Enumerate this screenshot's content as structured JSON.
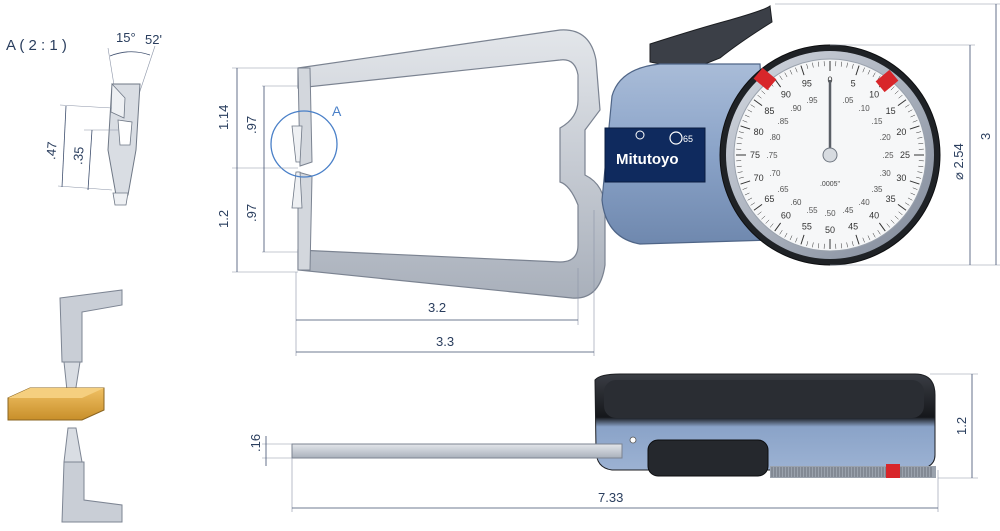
{
  "detail": {
    "label": "A ( 2 : 1 )",
    "angle_1": "15°",
    "angle_2": "52'",
    "dim_outer": ".47",
    "dim_inner": ".35"
  },
  "front_view": {
    "circle_label": "A",
    "dim_upper_outer": "1.14",
    "dim_upper_inner": ".97",
    "dim_lower_outer": "1.2",
    "dim_lower_inner": ".97",
    "dim_reach_inner": "3.2",
    "dim_reach_outer": "3.3",
    "dim_dial_dia": "⌀ 2.54",
    "dim_total_height": "3"
  },
  "dial": {
    "brand": "Mitutoyo",
    "ip_rating": "65",
    "resolution": ".0005\"",
    "outer_labels": [
      "0",
      "5",
      "10",
      "15",
      "20",
      "25",
      "30",
      "35",
      "40",
      "45",
      "50",
      "55",
      "60",
      "65",
      "70",
      "75",
      "80",
      "85",
      "90",
      "95"
    ],
    "inner_labels": [
      ".05",
      ".10",
      ".15",
      ".20",
      ".25",
      ".30",
      ".35",
      ".40",
      ".45",
      ".50",
      ".55",
      ".60",
      ".65",
      ".70",
      ".75",
      ".80",
      ".85",
      ".90",
      ".95"
    ]
  },
  "side_view": {
    "dim_jaw_thickness": ".16",
    "dim_total_length": "7.33",
    "dim_body_height": "1.2"
  },
  "colors": {
    "body_blue": "#8aa3c8",
    "brand_panel": "#0f2a5e",
    "jaw_metal": "#c9ced6",
    "limit_marker": "#d8262a",
    "workpiece": "#d9a53c",
    "dimension_ink": "#2a3e5e"
  }
}
